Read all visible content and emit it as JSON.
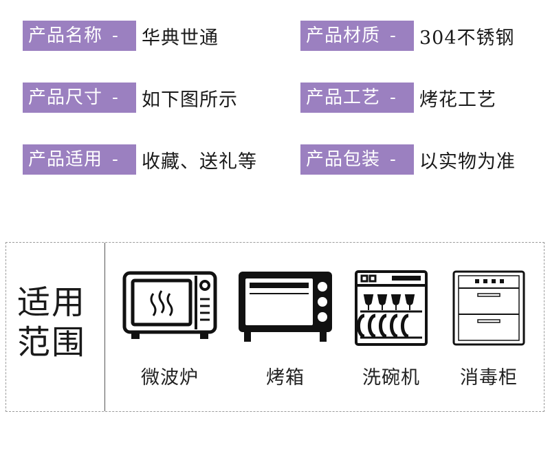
{
  "specs": [
    {
      "label": "产品名称",
      "value": "华典世通"
    },
    {
      "label": "产品材质",
      "value": "304不锈钢"
    },
    {
      "label": "产品尺寸",
      "value": "如下图所示"
    },
    {
      "label": "产品工艺",
      "value": "烤花工艺"
    },
    {
      "label": "产品适用",
      "value": "收藏、送礼等"
    },
    {
      "label": "产品包装",
      "value": "以实物为准"
    }
  ],
  "dash": "-",
  "usage": {
    "title_line1": "适用",
    "title_line2": "范围",
    "items": [
      {
        "label": "微波炉",
        "icon": "microwave-icon"
      },
      {
        "label": "烤箱",
        "icon": "oven-icon"
      },
      {
        "label": "洗碗机",
        "icon": "dishwasher-icon"
      },
      {
        "label": "消毒柜",
        "icon": "sterilizer-cabinet-icon"
      }
    ]
  },
  "colors": {
    "label_bg": "#9b80c0",
    "label_text": "#ffffff"
  }
}
